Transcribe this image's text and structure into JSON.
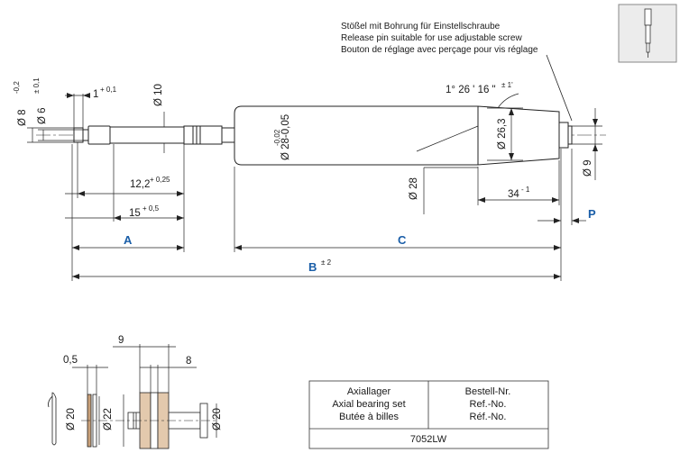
{
  "note": {
    "line1": "Stößel mit Bohrung für Einstellschraube",
    "line2": "Release pin suitable for use adjustable screw",
    "line3": "Bouton de réglage avec perçage pour vis réglage"
  },
  "dims": {
    "d8": "Ø 8",
    "d8_tol": "-0,2",
    "d6": "Ø 6",
    "d6_tol": "± 0,1",
    "one": "1",
    "one_tol": "+ 0,1",
    "d10": "Ø 10",
    "angle": "1° 26 ' 16 \"",
    "angle_tol": "± 1'",
    "d28_tol1": "-0,02",
    "d28_tol2": "Ø 28-0,05",
    "d26": "Ø 26,3",
    "d28b": "Ø 28",
    "d9": "Ø 9",
    "l12": "12,2",
    "l12_tol": "+ 0,25",
    "l15": "15",
    "l15_tol": "+ 0,5",
    "l34": "34",
    "l34_tol": "- 1",
    "A": "A",
    "C": "C",
    "B": "B",
    "B_tol": "± 2",
    "P": "P"
  },
  "bearing": {
    "w05": "0,5",
    "w9": "9",
    "w8": "8",
    "d20a": "Ø 20",
    "d22": "Ø 22",
    "d20b": "Ø 20"
  },
  "table": {
    "r1c1": "Axiallager",
    "r2c1": "Axial bearing set",
    "r3c1": "Butée à billes",
    "r1c2": "Bestell-Nr.",
    "r2c2": "Ref.-No.",
    "r3c2": "Réf.-No.",
    "code": "7052LW"
  }
}
